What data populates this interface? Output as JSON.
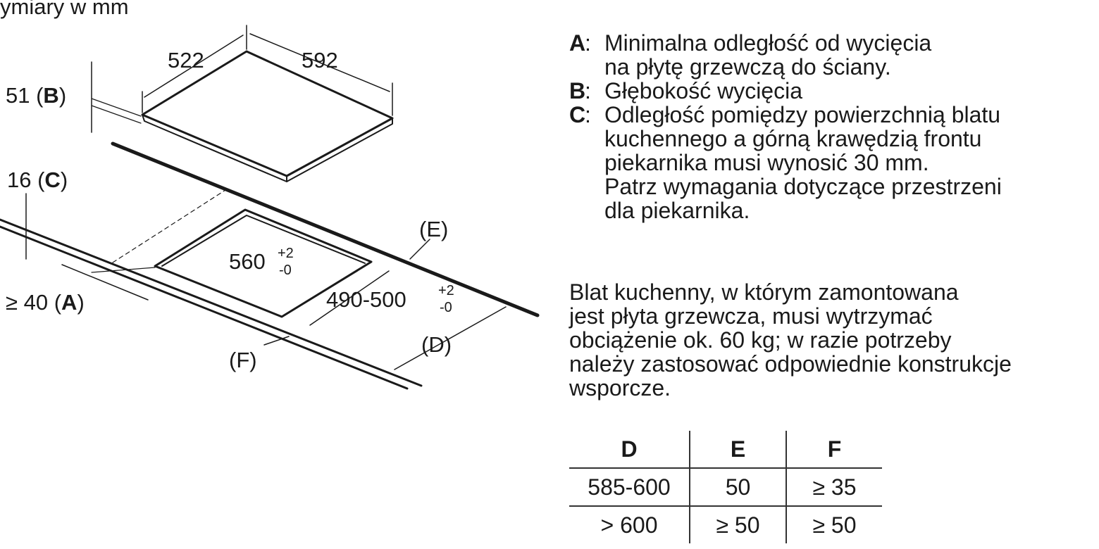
{
  "header": {
    "title_partial": "ymiary w mm"
  },
  "dims": {
    "depth": "522",
    "width": "592",
    "b": {
      "value": "51",
      "open": " (",
      "key": "B",
      "close": ")"
    },
    "c": {
      "value": "16",
      "open": " (",
      "key": "C",
      "close": ")"
    },
    "a": {
      "value": "≥ 40",
      "open": " (",
      "key": "A",
      "close": ")"
    },
    "cutout_w": {
      "base": "560",
      "tol_plus": "+2",
      "tol_minus": "-0"
    },
    "cutout_d": {
      "base": "490-500",
      "tol_plus": "+2",
      "tol_minus": "-0"
    },
    "d": "(D)",
    "e": "(E)",
    "f": "(F)"
  },
  "legend": [
    {
      "key": "A",
      "lines": [
        "Minimalna odległość od wycięcia",
        "na płytę grzewczą do ściany."
      ]
    },
    {
      "key": "B",
      "lines": [
        "Głębokość wycięcia"
      ]
    },
    {
      "key": "C",
      "lines": [
        "Odległość pomiędzy powierzchnią blatu",
        "kuchennego a górną krawędzią frontu",
        "piekarnika musi wynosić 30 mm.",
        "Patrz wymagania dotyczące przestrzeni",
        "dla piekarnika."
      ]
    }
  ],
  "note": [
    "Blat kuchenny, w którym zamontowana",
    "jest płyta grzewcza, musi wytrzymać",
    "obciążenie ok. 60 kg; w razie potrzeby",
    "należy zastosować odpowiednie konstrukcje",
    "wsporcze."
  ],
  "table": {
    "headers": [
      "D",
      "E",
      "F"
    ],
    "rows": [
      [
        "585-600",
        "50",
        "≥ 35"
      ],
      [
        "> 600",
        "≥ 50",
        "≥ 50"
      ]
    ]
  },
  "colors": {
    "ink": "#1a1a1a",
    "grid": "#333333"
  }
}
